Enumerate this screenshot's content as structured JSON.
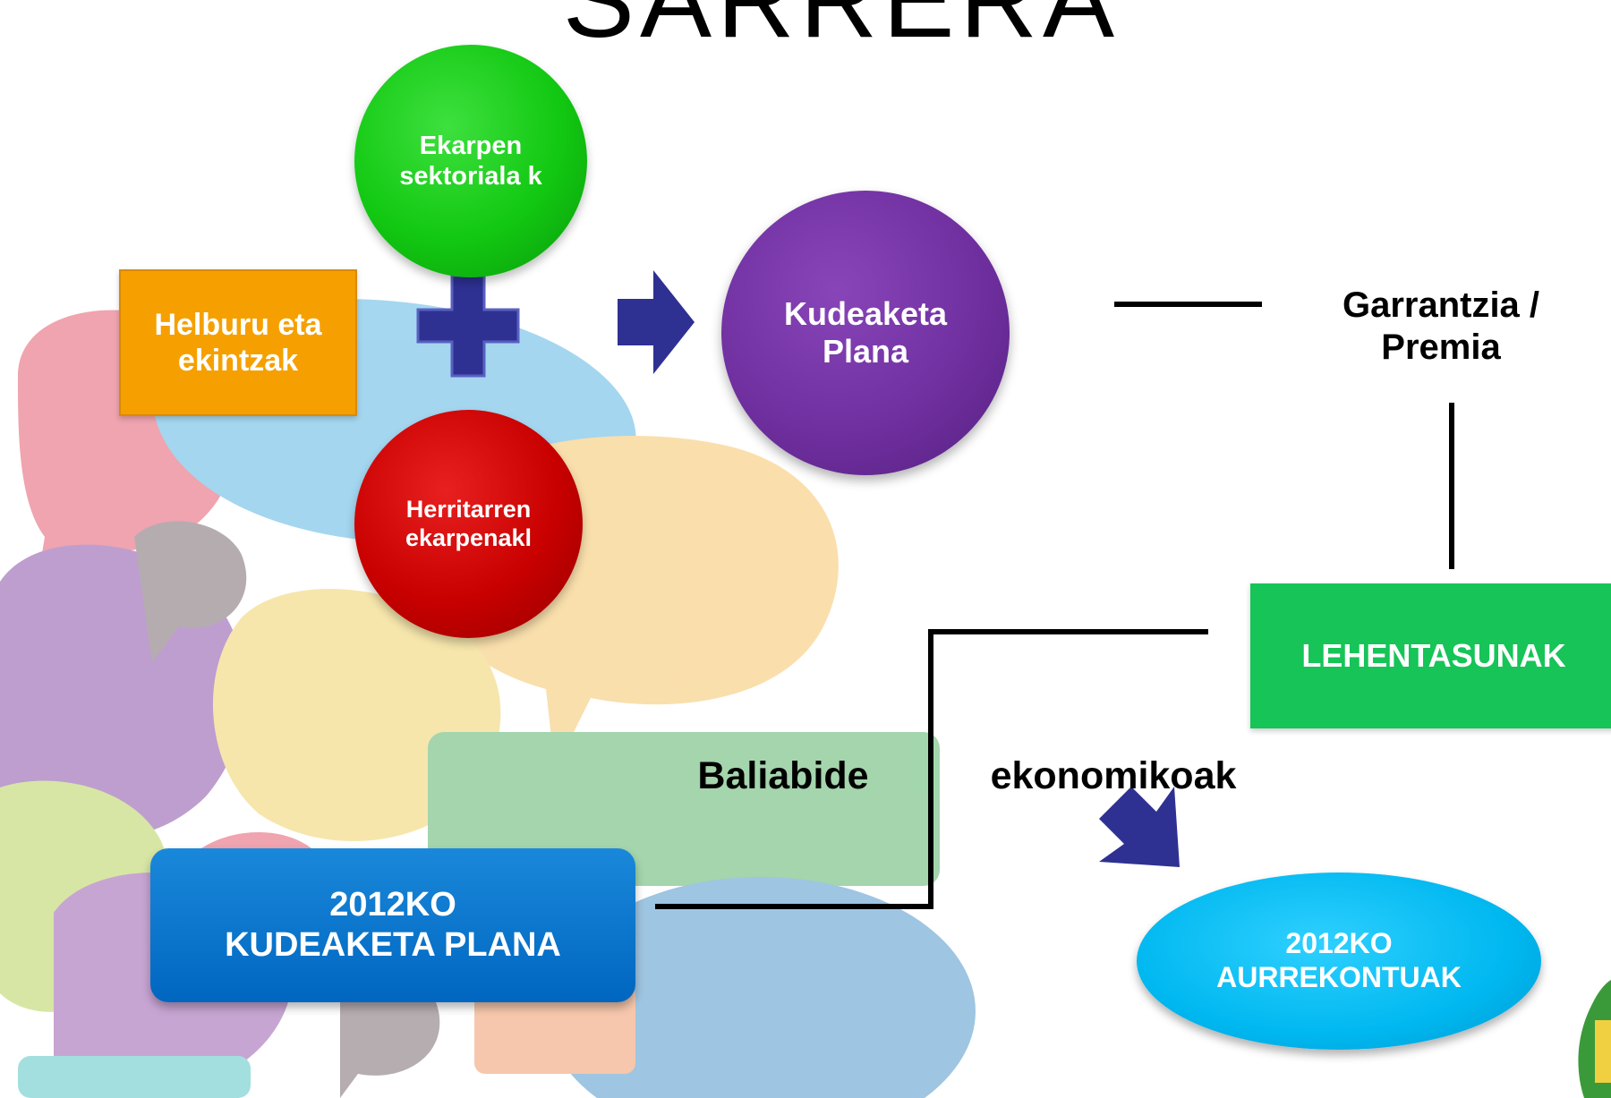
{
  "title": "SARRERA",
  "nodes": {
    "ekarpen": "Ekarpen sektoriala k",
    "herritarren": "Herritarren ekarpenakl",
    "helburu": "Helburu eta ekintzak",
    "kudeaketa": "Kudeaketa Plana",
    "garrantzia": "Garrantzia / Premia",
    "lehentasunak": "LEHENTASUNAK",
    "baliabide": "Baliabide",
    "ekonomikoak": "ekonomikoak",
    "kplana_year": "2012KO",
    "kplana_label": "KUDEAKETA PLANA",
    "aurrekontuak_year": "2012KO",
    "aurrekontuak_label": "AURREKONTUAK"
  },
  "colors": {
    "ekarpen": "#12c812",
    "herritarren": "#c80000",
    "kudeaketa": "#7030a0",
    "helburu": "#f5a000",
    "lehentasunak": "#16c458",
    "kplana": "#0070c8",
    "aurrekontuak": "#00b8f0",
    "arrow": "#2e3192",
    "plus": "#2e3192"
  },
  "icons": [
    "plus-icon",
    "arrow-right-icon",
    "arrow-down-right-icon",
    "logo-icon"
  ]
}
